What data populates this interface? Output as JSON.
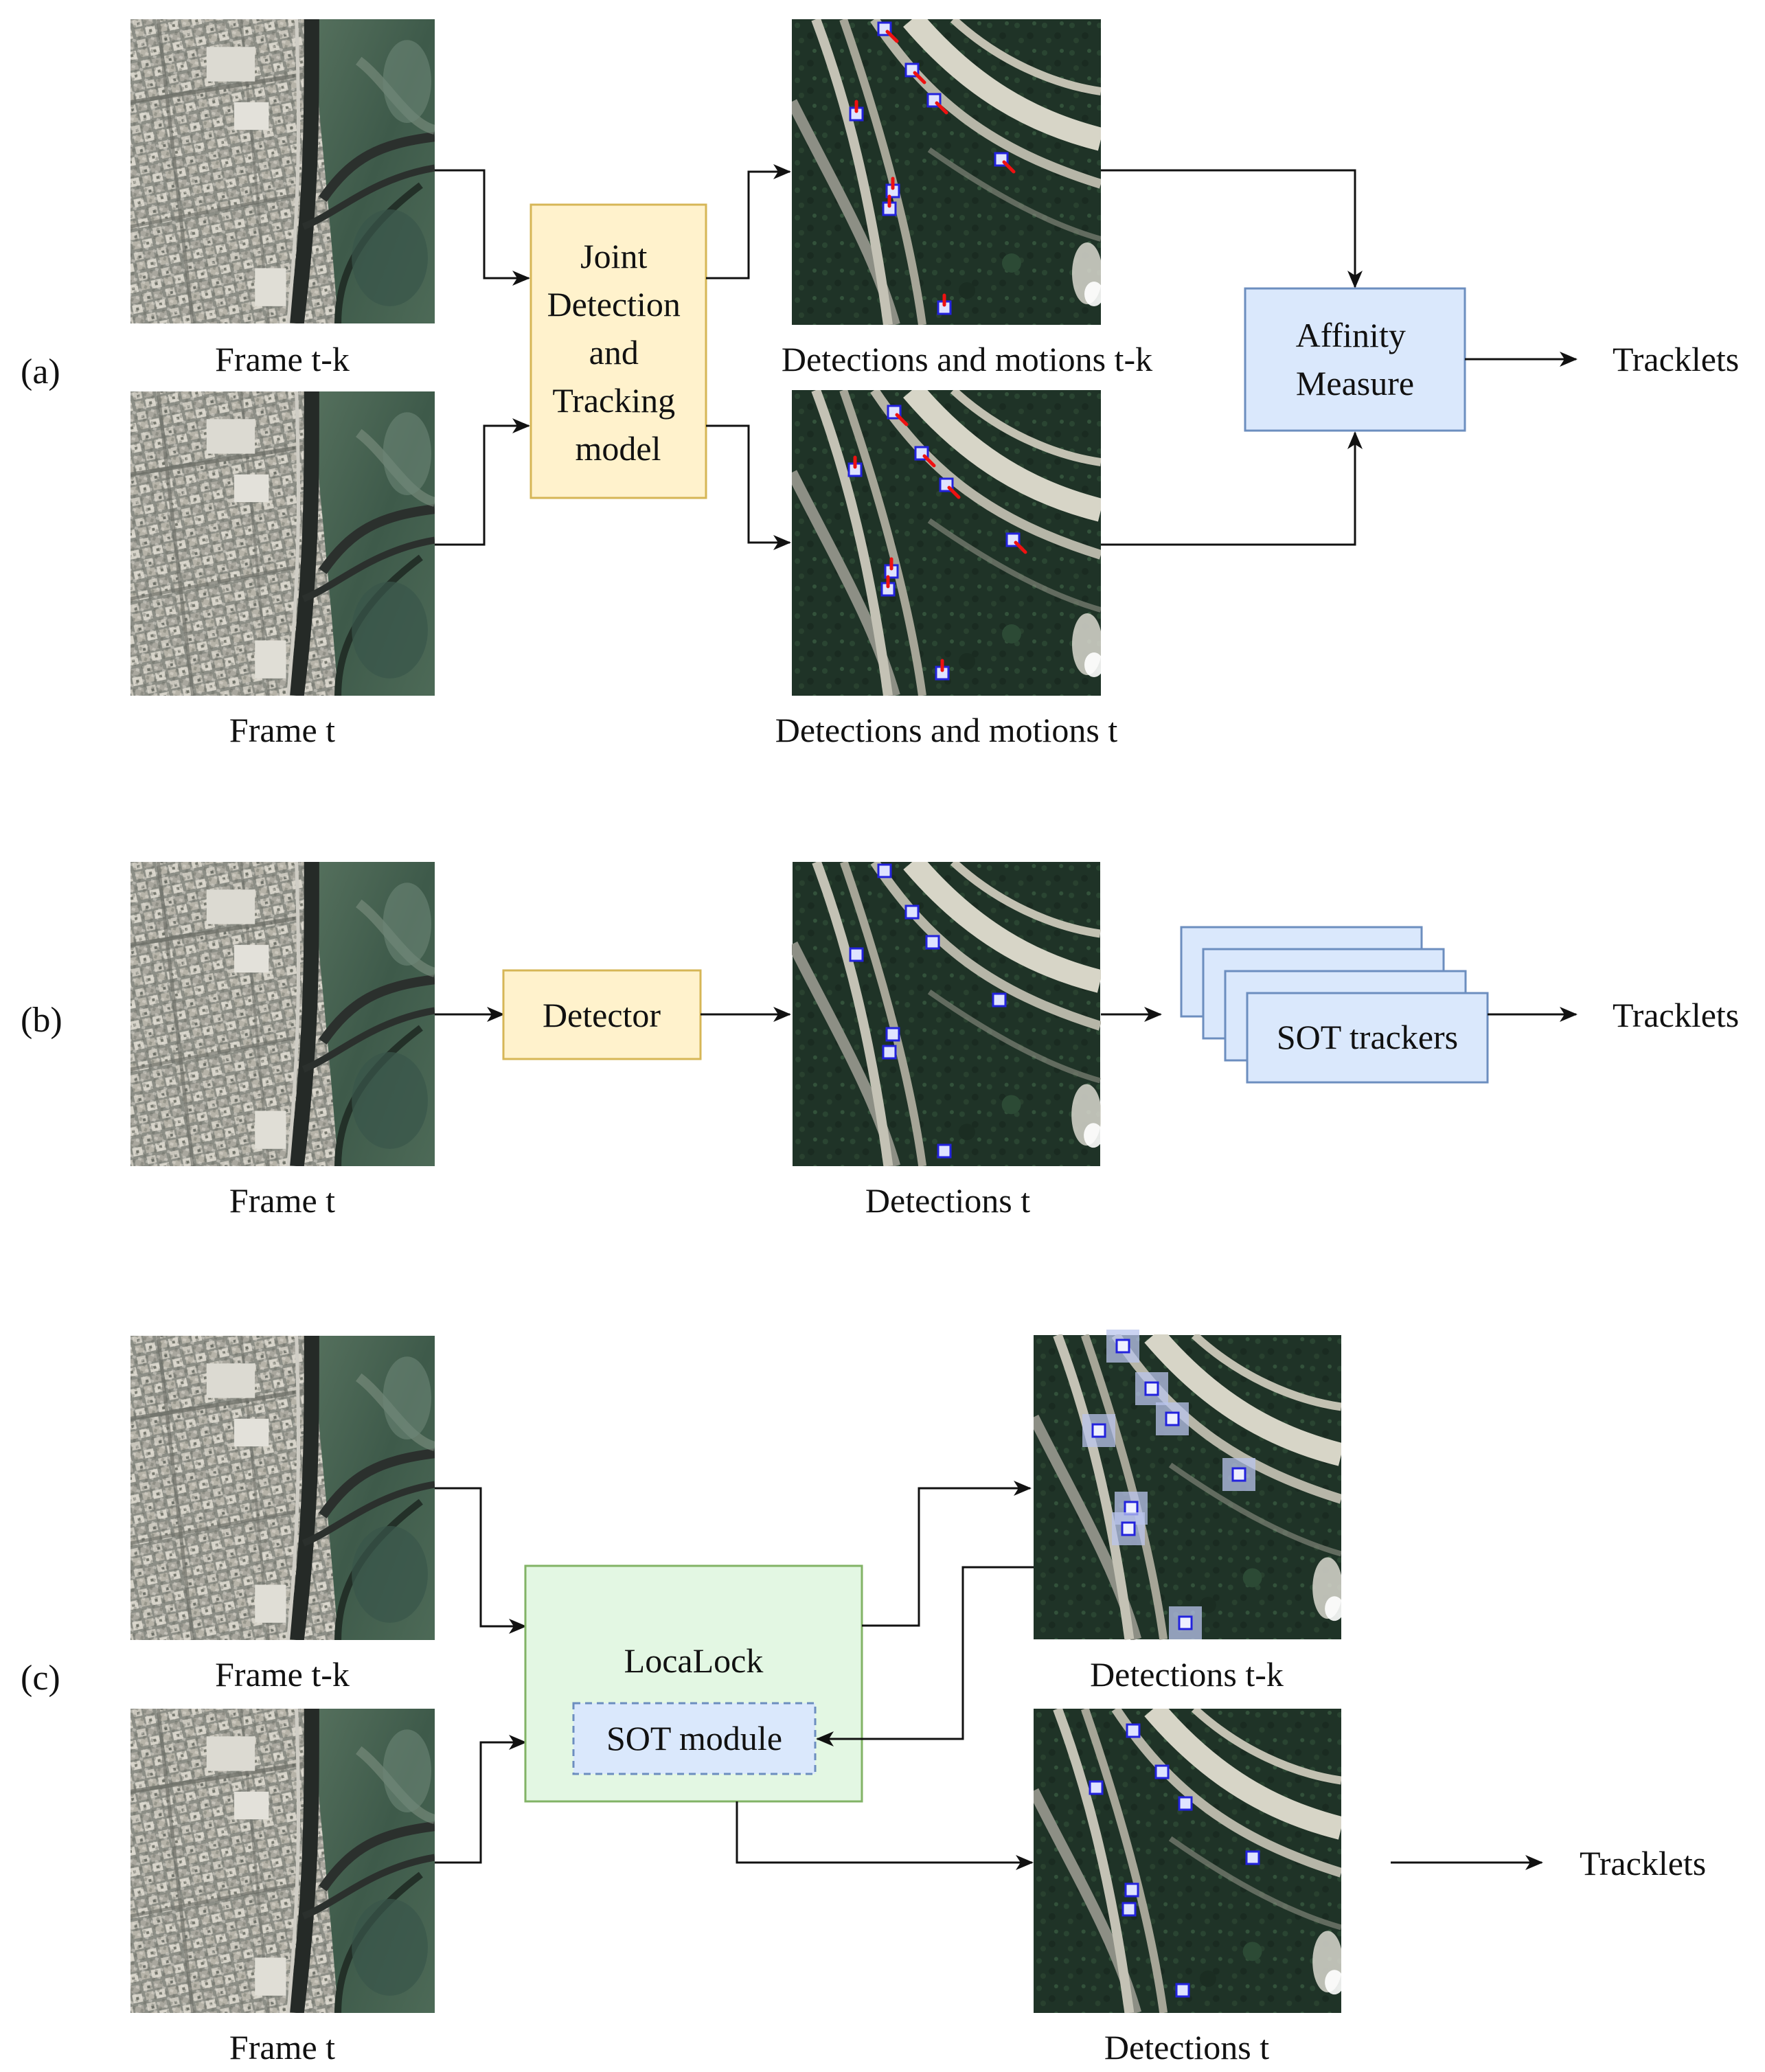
{
  "panels": {
    "a": {
      "label": "(a)",
      "frame_tk": "Frame t-k",
      "frame_t": "Frame t",
      "model_lines": [
        "Joint",
        "Detection",
        "and",
        "Tracking",
        "model"
      ],
      "det_tk": "Detections and motions t-k",
      "det_t": "Detections and motions t",
      "affinity_lines": [
        "Affinity",
        "Measure"
      ],
      "output": "Tracklets"
    },
    "b": {
      "label": "(b)",
      "frame_t": "Frame t",
      "detector": "Detector",
      "det_t": "Detections t",
      "sot": "SOT trackers",
      "output": "Tracklets"
    },
    "c": {
      "label": "(c)",
      "frame_tk": "Frame t-k",
      "frame_t": "Frame t",
      "localock": "LocaLock",
      "sot_module": "SOT module",
      "det_tk": "Detections t-k",
      "det_t": "Detections t",
      "output": "Tracklets"
    }
  },
  "colors": {
    "yellow_fill": "#fff2cc",
    "yellow_stroke": "#d6b656",
    "blue_fill": "#dae8fc",
    "blue_stroke": "#6c8ebf",
    "green_fill": "#e3f7e3",
    "green_stroke": "#82b366",
    "detection_box": "#2222dd",
    "motion_arrow": "#ee1111"
  }
}
